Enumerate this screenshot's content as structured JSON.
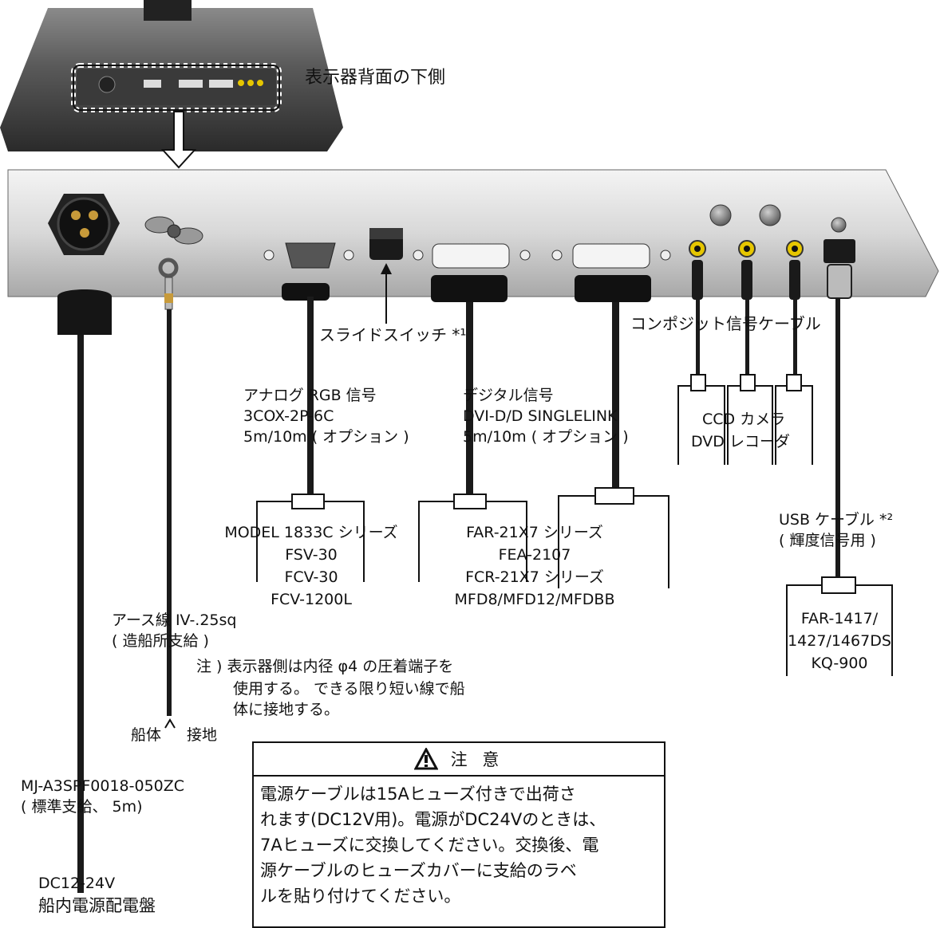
{
  "rear_view_label": "表示器背面の下側",
  "cables": {
    "slide_switch": "スライドスイッチ *¹",
    "composite_signal": "コンポジット信号ケーブル",
    "analog_rgb": {
      "line1": "アナログ RGB 信号",
      "line2": "3COX-2P-6C",
      "line3": "5m/10m ( オプション )"
    },
    "digital": {
      "line1": "デジタル信号",
      "line2": "DVI-D/D SINGLELINK",
      "line3": "5m/10m ( オプション )"
    },
    "usb": {
      "line1": "USB ケーブル *²",
      "line2": "( 輝度信号用 )"
    },
    "earth": {
      "line1": "アース線 IV-.25sq",
      "line2": "( 造船所支給 )"
    },
    "power": {
      "line1": "MJ-A3SPF0018-050ZC",
      "line2": "( 標準支給、 5m)"
    }
  },
  "devices": {
    "analog": [
      "MODEL 1833C シリーズ",
      "FSV-30",
      "FCV-30",
      "FCV-1200L"
    ],
    "digital": [
      "FAR-21X7 シリーズ",
      "FEA-2107",
      "FCR-21X7 シリーズ",
      "MFD8/MFD12/MFDBB"
    ],
    "composite": [
      "CCD カメラ",
      "DVD レコーダ"
    ],
    "usb": [
      "FAR-1417/",
      "1427/1467DS",
      "KQ-900"
    ]
  },
  "note": {
    "line1": "注 ) 表示器側は内径 φ4 の圧着端子を",
    "line2": "使用する。 できる限り短い線で船",
    "line3": "体に接地する。"
  },
  "hull_ground": {
    "left": "船体",
    "right": "接地"
  },
  "power_source": {
    "line1": "DC12-24V",
    "line2": "船内電源配電盤"
  },
  "caution": {
    "title": "注 意",
    "body": "電源ケーブルは15Aヒューズ付きで出荷さ\nれます(DC12V用)。電源がDC24Vのときは、\n7Aヒューズに交換してください。交換後、電\n源ケーブルのヒューズカバーに支給のラベ\nルを貼り付けてください。"
  }
}
